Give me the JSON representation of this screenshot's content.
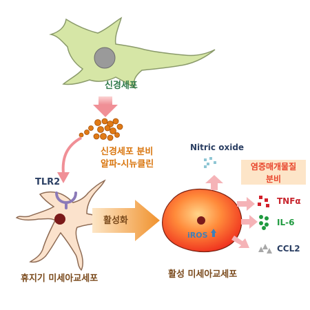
{
  "labels": {
    "neuron": "신경세포",
    "secretion_line1": "신경세포 분비",
    "secretion_line2": "알파-시뉴클린",
    "tlr2": "TLR2",
    "resting_microglia": "휴지기 미세아교세포",
    "activation": "활성화",
    "active_microglia": "활성 미세아교세포",
    "nitric_oxide": "Nitric oxide",
    "cytokine_line1": "염증매개물질",
    "cytokine_line2": "분비",
    "tnf": "TNFα",
    "il6": "IL-6",
    "ccl2": "CCL2",
    "iros": "iROS"
  },
  "colors": {
    "neuron_fill": "#d6e6a6",
    "neuron_stroke": "#8a9a6a",
    "nucleus_gray": "#9a9a9a",
    "synuclein": "#e07a16",
    "pink_arrow": "#f08f96",
    "resting_cell_fill": "#fbe2cc",
    "resting_cell_stroke": "#8e6b54",
    "dark_nucleus": "#7b1a1a",
    "active_cell_fill": "#ff4b2b",
    "activation_arrow": "#f29a3a",
    "tlr2_receptor": "#8b7ab8",
    "no_dots": "#8fc6d4",
    "tnf_dots": "#d21f2a",
    "il6_dots": "#1f9a3f",
    "ccl2_dots": "#a8a8a8",
    "iros_text": "#3f7fb8"
  }
}
